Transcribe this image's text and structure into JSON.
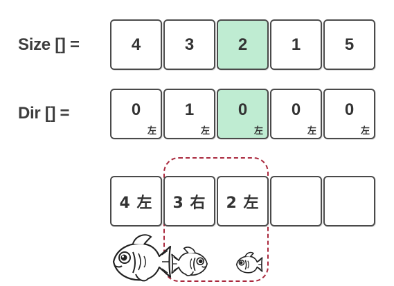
{
  "size_row": {
    "label": "Size [] =",
    "values": [
      "4",
      "3",
      "2",
      "1",
      "5"
    ],
    "highlight_index": 2
  },
  "dir_row": {
    "label": "Dir [] =",
    "values": [
      "0",
      "1",
      "0",
      "0",
      "0"
    ],
    "sub_label": "左",
    "highlight_index": 2
  },
  "stack_row": {
    "cells": [
      "4 左",
      "3 右",
      "2 左",
      "",
      ""
    ]
  },
  "colors": {
    "highlight": "#bfecd2",
    "dashed_border": "#a9273c",
    "cell_border": "#4a4a4a"
  },
  "icons": [
    "fish-large-icon",
    "fish-medium-icon",
    "fish-small-icon"
  ]
}
